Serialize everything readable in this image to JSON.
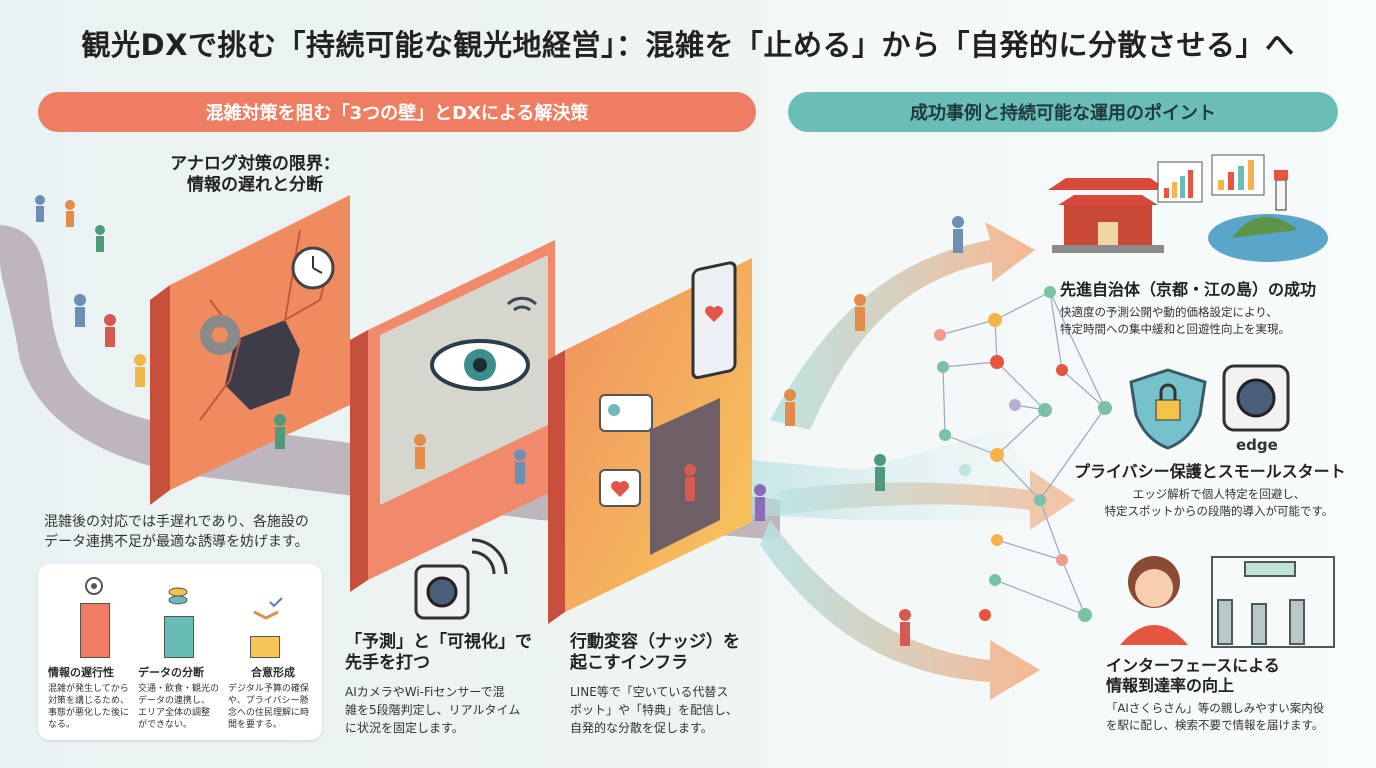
{
  "title": "観光DXで挑む「持続可能な観光地経営」：混雑を「止める」から「自発的に分散させる」へ",
  "left_band": "混雑対策を阻む「3つの壁」とDXによる解決策",
  "right_band": "成功事例と持続可能な運用のポイント",
  "analog": {
    "title_l1": "アナログ対策の限界：",
    "title_l2": "情報の遅れと分断"
  },
  "left_desc": {
    "l1": "混雑後の対応では手遅れであり、各施設の",
    "l2": "データ連携不足が最適な誘導を妨げます。"
  },
  "metrics": [
    {
      "label": "情報の遅行性",
      "value": 0.83,
      "color": "#ef7c62",
      "desc": [
        "混雑が発生してから",
        "対策を講じるため、",
        "事態が悪化した後に",
        "なる。"
      ]
    },
    {
      "label": "データの分断",
      "value": 0.62,
      "color": "#67bdb6",
      "desc": [
        "交通・飲食・観光の",
        "データの連携し、",
        "エリア全体の調整",
        "ができない。"
      ]
    },
    {
      "label": "合意形成",
      "value": 0.32,
      "color": "#f6c556",
      "desc": [
        "デジタル予算の確保",
        "や、プライバシー懸",
        "念への住民理解に時",
        "間を要する。"
      ]
    }
  ],
  "predict": {
    "title_l1": "「予測」と「可視化」で",
    "title_l2": "先手を打つ",
    "body": [
      "AIカメラやWi-Fiセンサーで混",
      "雑を5段階判定し、リアルタイム",
      "に状況を固定します。"
    ]
  },
  "nudge": {
    "title_l1": "行動変容（ナッジ）を",
    "title_l2": "起こすインフラ",
    "body": [
      "LINE等で「空いている代替ス",
      "ポット」や「特典」を配信し、",
      "自発的な分散を促します。"
    ]
  },
  "case1": {
    "title": "先進自治体（京都・江の島）の成功",
    "body": [
      "快適度の予測公開や動的価格設定により、",
      "特定時間への集中緩和と回遊性向上を実現。"
    ]
  },
  "case2": {
    "title": "プライバシー保護とスモールスタート",
    "edge": "edge",
    "body": [
      "エッジ解析で個人特定を回避し、",
      "特定スポットからの段階的導入が可能です。"
    ]
  },
  "case3": {
    "title_l1": "インターフェースによる",
    "title_l2": "情報到達率の向上",
    "body": [
      "「AIさくらさん」等の親しみやすい案内役",
      "を駅に配し、検索不要で情報を届けます。"
    ]
  },
  "colors": {
    "coral": "#ee7d62",
    "teal": "#6bbdb8",
    "yellow": "#f6c556"
  }
}
